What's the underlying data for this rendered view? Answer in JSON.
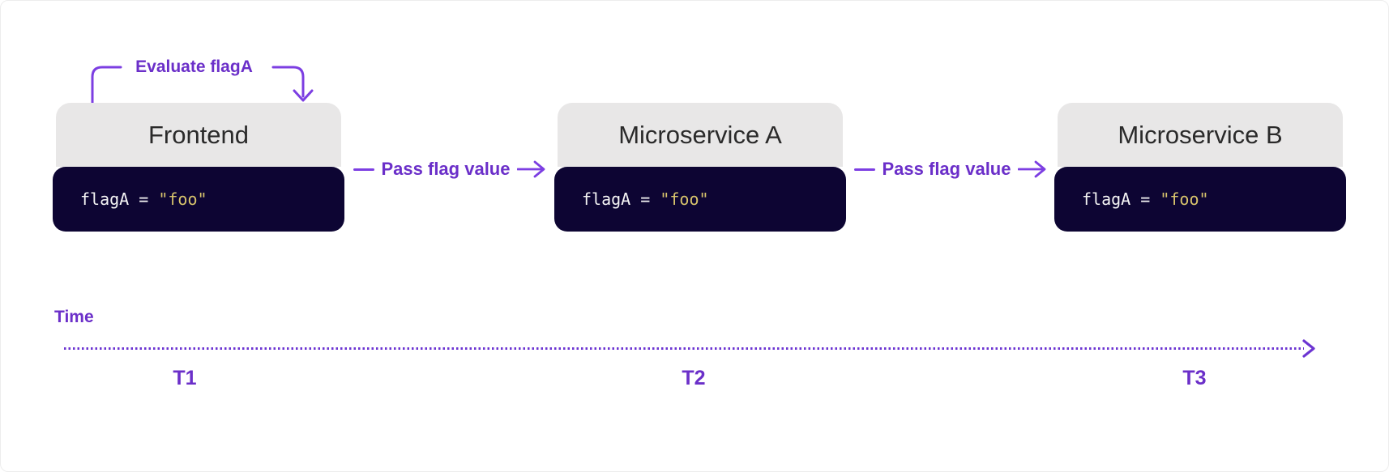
{
  "annotation": {
    "label": "Evaluate flagA"
  },
  "services": [
    {
      "title": "Frontend",
      "code_prefix": "flagA = ",
      "code_value": "\"foo\""
    },
    {
      "title": "Microservice A",
      "code_prefix": "flagA = ",
      "code_value": "\"foo\""
    },
    {
      "title": "Microservice B",
      "code_prefix": "flagA = ",
      "code_value": "\"foo\""
    }
  ],
  "connections": [
    {
      "label": "Pass flag value"
    },
    {
      "label": "Pass flag value"
    }
  ],
  "timeline": {
    "label": "Time",
    "ticks": [
      "T1",
      "T2",
      "T3"
    ]
  },
  "colors": {
    "purple_text": "#6b2fc9",
    "purple_line": "#7c3ee2",
    "timeline_dots": "#6c34d2",
    "box_header_bg": "#e8e7e7",
    "box_header_text": "#2a2a2a",
    "code_bg": "#0d0533",
    "code_text": "#f5f5f5",
    "code_string": "#d8c46c",
    "background": "#ffffff"
  }
}
